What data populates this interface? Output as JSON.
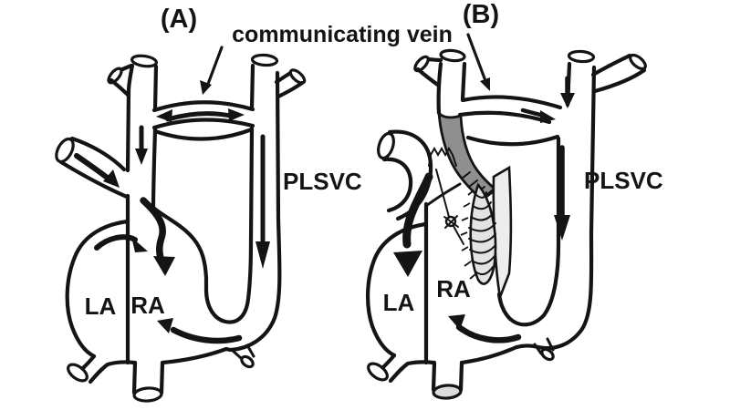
{
  "figure": {
    "annotation": {
      "communicating_vein": "communicating vein"
    },
    "panels": {
      "a": {
        "label": "(A)",
        "plsvc": "PLSVC",
        "la": "LA",
        "ra": "RA",
        "flow_arrows": [
          "bidirectional-arrow-in-communicating-vein",
          "pointer-arrow-from-label-to-communicating-vein",
          "down-arrow-in-right-svc",
          "arrow-from-innominate-vein-into-svc",
          "wavy-arrow-from-svc-into-ra",
          "arc-arrow-from-la-side-toward-ra",
          "long-down-arrow-in-plsvc",
          "curved-arrow-entering-ra-from-below"
        ]
      },
      "b": {
        "label": "(B)",
        "plsvc": "PLSVC",
        "la": "LA",
        "ra": "RA",
        "flow_arrows": [
          "pointer-arrow-from-label-to-communicating-vein",
          "arrow-along-communicating-vein-toward-plsvc",
          "down-arrow-at-plsvc-origin",
          "long-down-arrow-in-plsvc",
          "thick-arrow-into-la",
          "curved-arrow-entering-ra-from-below"
        ],
        "surgical_marks": [
          "divided-svc-shaded-band",
          "oversewn-serrated-stump",
          "ligature-knot",
          "sutured-intraatrial-patch"
        ]
      }
    },
    "colors": {
      "ink": "#141414",
      "paper": "#ffffff",
      "shade_dark": "#8f8f8f",
      "shade_mid": "#e3e3e3",
      "shade_light": "#ededed"
    }
  }
}
